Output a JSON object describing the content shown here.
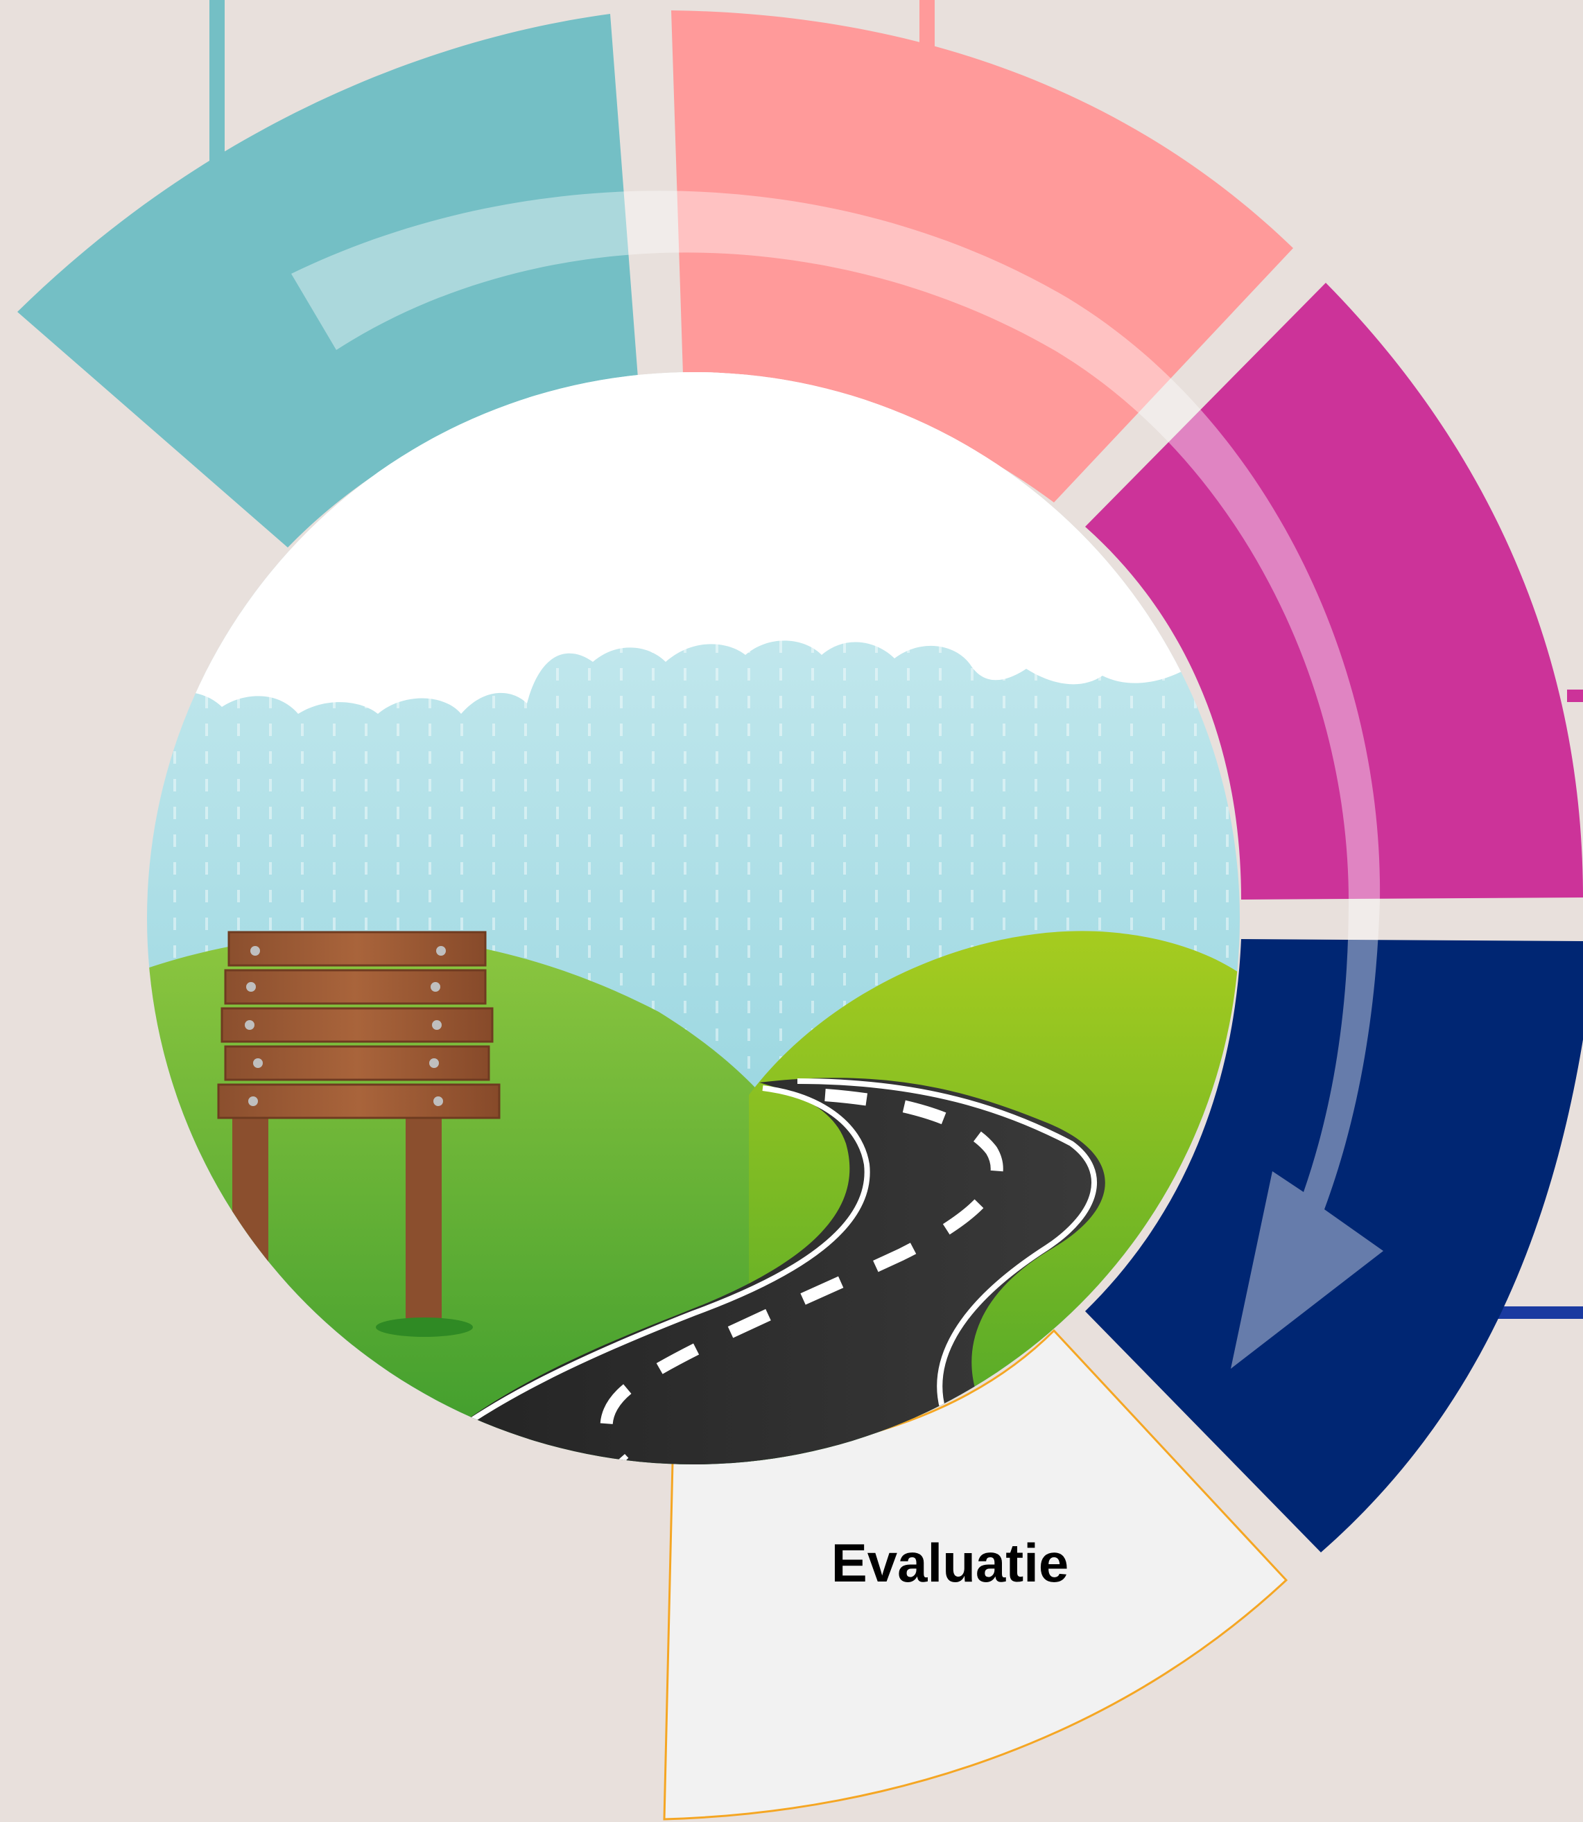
{
  "diagram": {
    "title": "",
    "segments": [
      {
        "id": "teal",
        "label": "",
        "color": "#74bfc5"
      },
      {
        "id": "salmon",
        "label": "",
        "color": "#ff9a9a"
      },
      {
        "id": "magenta",
        "label": "",
        "color": "#cc3399"
      },
      {
        "id": "navy",
        "label": "",
        "color": "#002673"
      },
      {
        "id": "evaluatie",
        "label": "Evaluatie",
        "color": "#f2f2f2",
        "border": "#f5a623"
      }
    ],
    "arrow_color": "#ffffff",
    "center_image": "road-landscape"
  },
  "colors": {
    "background": "#e8e0dc",
    "sky": "#a8dde6",
    "grass": "#5fae2a",
    "road": "#2c2c2c",
    "wood": "#9c5a35"
  }
}
